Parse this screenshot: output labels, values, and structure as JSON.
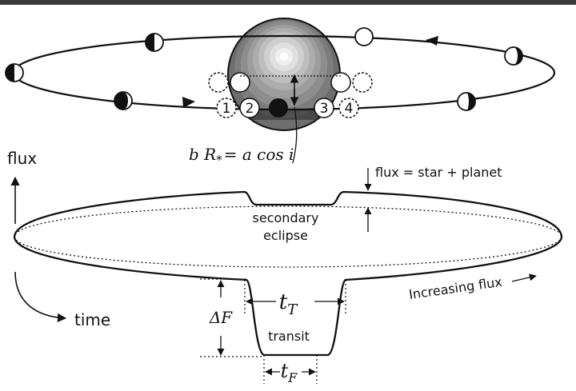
{
  "labels": {
    "flux_axis": "flux",
    "time_axis": "time",
    "impact_parameter": "b R",
    "impact_sub": "*",
    "impact_rhs": "= a cos  i",
    "flux_star_planet": "flux = star + planet",
    "secondary_line1": "secondary",
    "secondary_line2": "eclipse",
    "increasing_flux": "Increasing flux",
    "delta_f": "ΔF",
    "t_total": "t",
    "t_total_sub": "T",
    "transit": "transit",
    "t_flat": "t",
    "t_flat_sub": "F"
  },
  "contacts": [
    "1",
    "2",
    "3",
    "4"
  ],
  "colors": {
    "line": "#111111",
    "star_outer": "#6e6e6e",
    "star_inner": "#ffffff",
    "bar": "#3a3a3a"
  }
}
